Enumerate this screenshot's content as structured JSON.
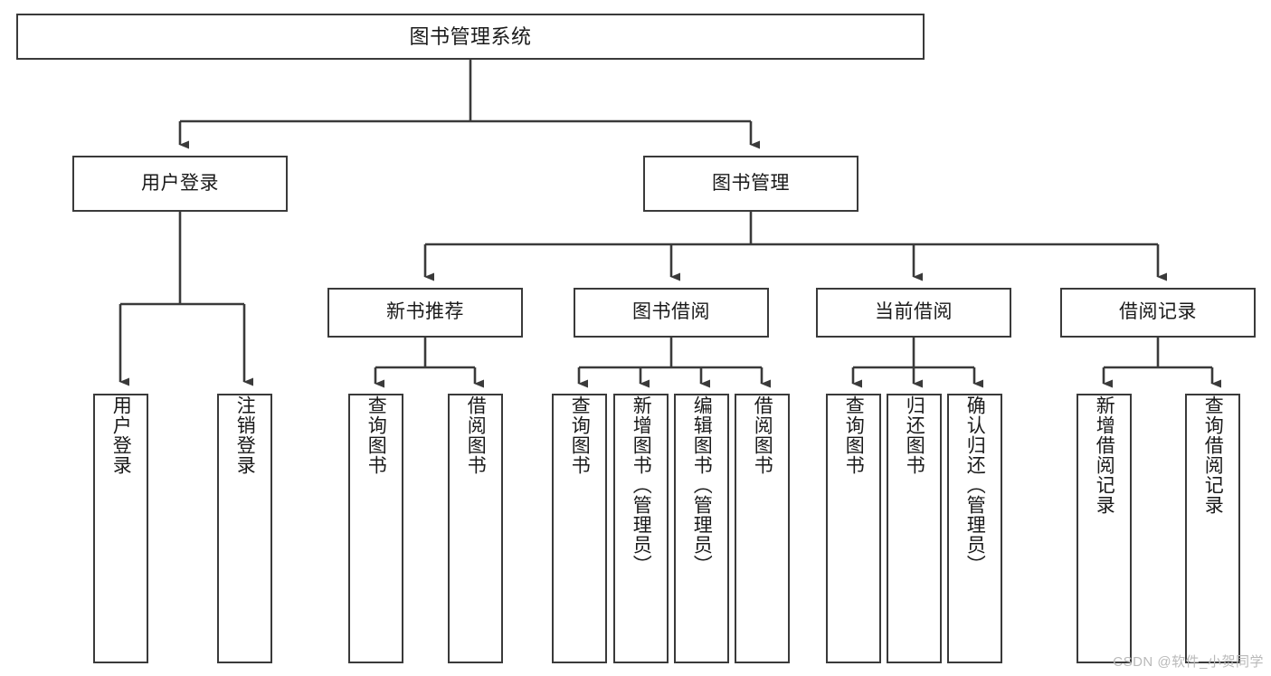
{
  "diagram": {
    "title": "图书管理系统",
    "type": "tree-hierarchy",
    "watermark": "CSDN @软件_小贺同学",
    "colors": {
      "stroke": "#3a3a3a",
      "fill": "#ffffff",
      "text": "#1a1a1a",
      "watermark": "#b9b9b9"
    },
    "nodes": {
      "root": {
        "label": "图书管理系统"
      },
      "level2": [
        {
          "id": "user-login",
          "label": "用户登录"
        },
        {
          "id": "book-manage",
          "label": "图书管理"
        }
      ],
      "level3": [
        {
          "id": "new-book-recommend",
          "label": "新书推荐"
        },
        {
          "id": "book-borrow",
          "label": "图书借阅"
        },
        {
          "id": "current-borrow",
          "label": "当前借阅"
        },
        {
          "id": "borrow-record",
          "label": "借阅记录"
        }
      ],
      "leaves": {
        "user_login": [
          {
            "id": "leaf-user-login",
            "label": "用户登录"
          },
          {
            "id": "leaf-logout",
            "label": "注销登录"
          }
        ],
        "new_book_recommend": [
          {
            "id": "leaf-query-book-1",
            "label": "查询图书"
          },
          {
            "id": "leaf-borrow-book-1",
            "label": "借阅图书"
          }
        ],
        "book_borrow": [
          {
            "id": "leaf-query-book-2",
            "label": "查询图书"
          },
          {
            "id": "leaf-add-book",
            "label": "新增图书（管理员）"
          },
          {
            "id": "leaf-edit-book",
            "label": "编辑图书（管理员）"
          },
          {
            "id": "leaf-borrow-book-2",
            "label": "借阅图书"
          }
        ],
        "current_borrow": [
          {
            "id": "leaf-query-book-3",
            "label": "查询图书"
          },
          {
            "id": "leaf-return-book",
            "label": "归还图书"
          },
          {
            "id": "leaf-confirm-return",
            "label": "确认归还（管理员）"
          }
        ],
        "borrow_record": [
          {
            "id": "leaf-add-record",
            "label": "新增借阅记录"
          },
          {
            "id": "leaf-query-record",
            "label": "查询借阅记录"
          }
        ]
      }
    }
  }
}
